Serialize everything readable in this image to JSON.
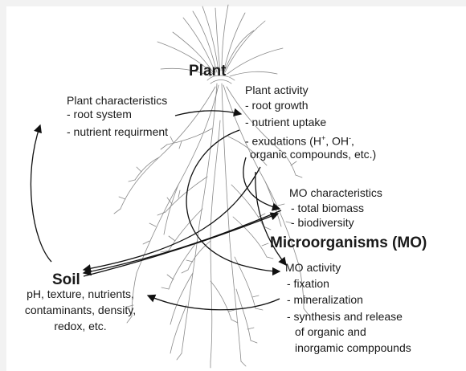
{
  "nodes": {
    "plant": {
      "title": "Plant"
    },
    "plant_characteristics": {
      "title": "Plant characteristics",
      "items": [
        "- root system",
        "- nutrient requirment"
      ]
    },
    "plant_activity": {
      "title": "Plant activity",
      "items": [
        "- root growth",
        "- nutrient uptake"
      ],
      "exudations": {
        "prefix": "- exudations (H",
        "sup1": "+",
        "mid": ", OH",
        "sup2": "-",
        "suffix": ","
      },
      "exudations_line2": "organic compounds, etc.)"
    },
    "mo_characteristics": {
      "title": "MO characteristics",
      "items": [
        "- total biomass",
        "- biodiversity"
      ]
    },
    "microorganisms": {
      "title": "Microorganisms (MO)"
    },
    "mo_activity": {
      "title": "MO activity",
      "items": [
        "- fixation",
        "- mineralization",
        "- synthesis and release",
        "of organic and",
        "inorgamic comppounds"
      ]
    },
    "soil": {
      "title": "Soil",
      "items": [
        "pH, texture, nutrients,",
        "contaminants, density,",
        "redox, etc."
      ]
    }
  },
  "colors": {
    "text": "#1a1a1a",
    "arrow": "#111111",
    "plant_drawing": "#8a8a8a",
    "page": "#f2f2f2",
    "card": "#ffffff"
  }
}
